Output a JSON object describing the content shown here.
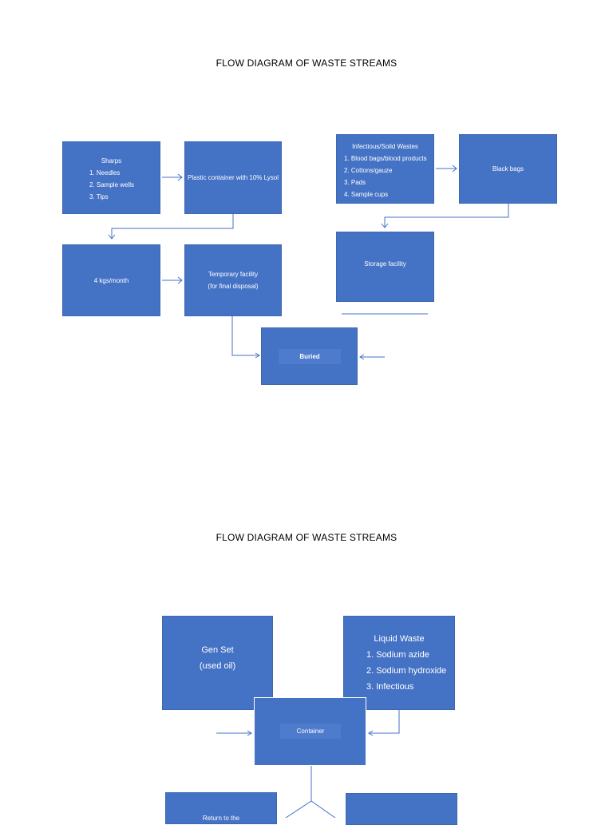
{
  "diagram1": {
    "title": "FLOW DIAGRAM OF WASTE STREAMS",
    "sharps": {
      "heading": "Sharps",
      "items": [
        "1. Needles",
        "2. Sample wells",
        "3. Tips"
      ]
    },
    "plastic_container": "Plastic container with 10% Lysol",
    "kgs": "4 kgs/month",
    "temporary": {
      "line1": "Temporary facility",
      "line2": "(for final disposal)"
    },
    "infectious": {
      "heading": "Infectious/Solid Wastes",
      "items": [
        "1. Blood bags/blood products",
        "2. Cottons/gauze",
        "3. Pads",
        "4. Sample cups"
      ]
    },
    "black_bags": "Black bags",
    "storage": "Storage facility",
    "buried": "Buried"
  },
  "diagram2": {
    "title": "FLOW DIAGRAM OF WASTE STREAMS",
    "genset": {
      "line1": "Gen Set",
      "line2": "(used oil)"
    },
    "liquid": {
      "heading": "Liquid Waste",
      "items": [
        "1. Sodium azide",
        "2. Sodium hydroxide",
        "3. Infectious"
      ]
    },
    "container": "Container",
    "partial_left": "Return to the"
  },
  "colors": {
    "box": "#4472C4",
    "line": "#4472C4"
  }
}
